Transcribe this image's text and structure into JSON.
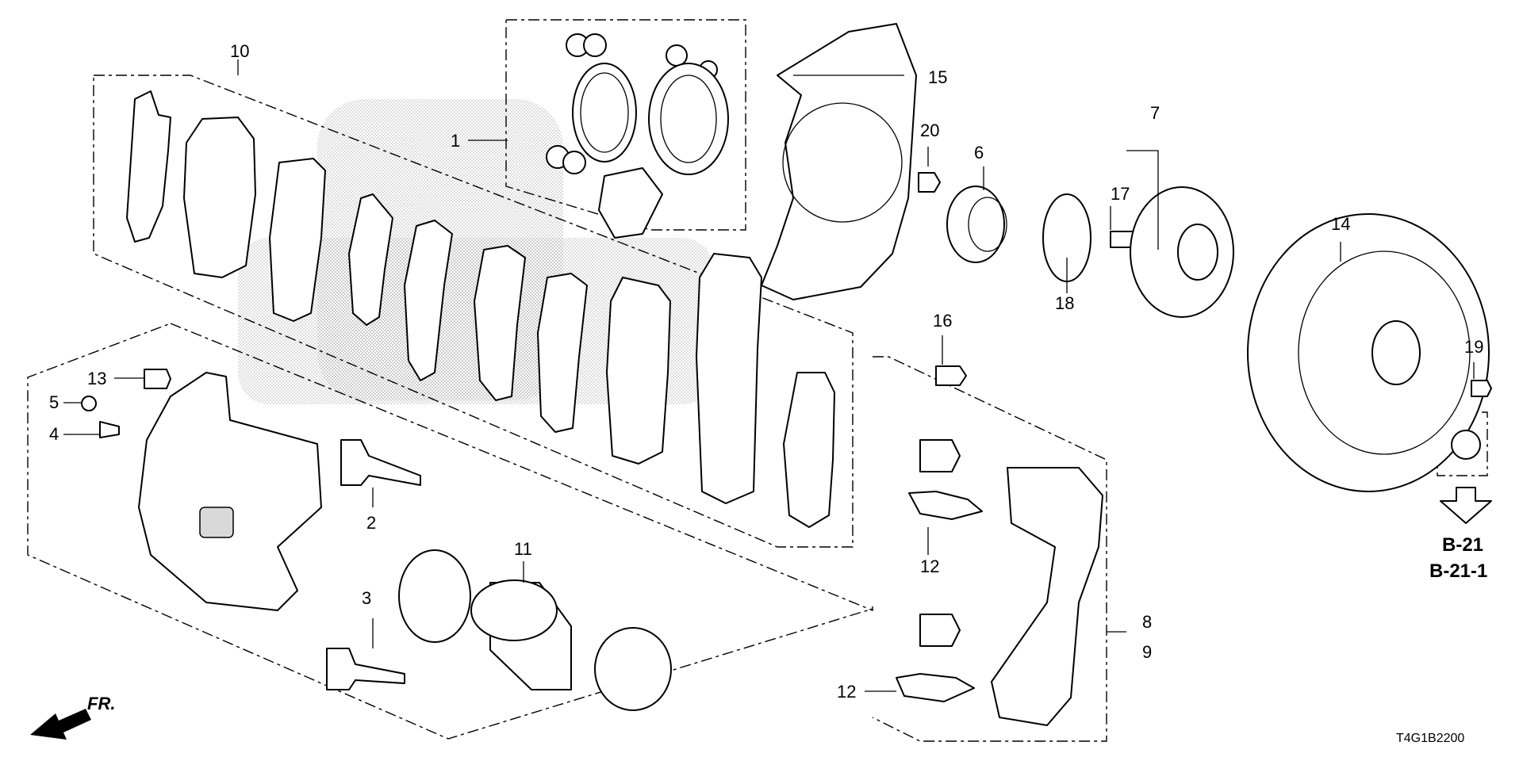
{
  "diagram": {
    "drawing_code": "T4G1B2200",
    "direction_label": "FR.",
    "reference_labels": [
      "B-21",
      "B-21-1"
    ],
    "callouts": {
      "p1": "1",
      "p2": "2",
      "p3": "3",
      "p4": "4",
      "p5": "5",
      "p6": "6",
      "p7": "7",
      "p8": "8",
      "p9": "9",
      "p10": "10",
      "p11": "11",
      "p12a": "12",
      "p12b": "12",
      "p13": "13",
      "p14": "14",
      "p15": "15",
      "p16": "16",
      "p17": "17",
      "p18": "18",
      "p19": "19",
      "p20": "20"
    }
  }
}
